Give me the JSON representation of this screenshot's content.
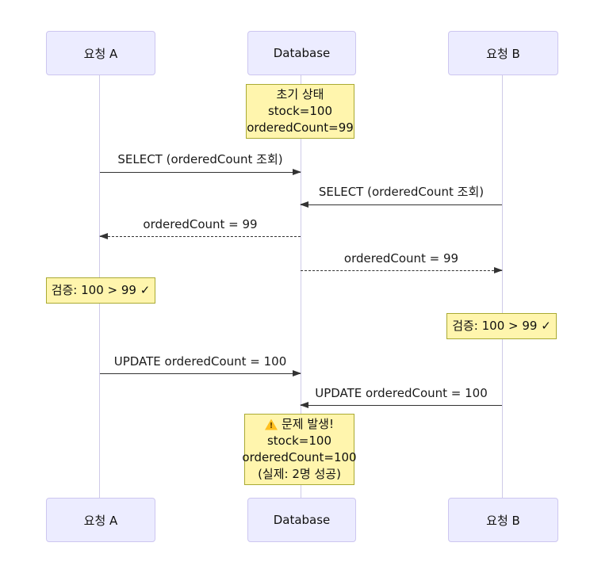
{
  "diagram": {
    "type": "sequence-diagram",
    "actors": [
      {
        "name": "요청 A"
      },
      {
        "name": "Database"
      },
      {
        "name": "요청 B"
      }
    ],
    "notes": {
      "initial": {
        "over": "Database",
        "lines": [
          "초기 상태",
          "stock=100",
          "orderedCount=99"
        ]
      },
      "verify_a": {
        "over": "요청 A",
        "text": "검증: 100 > 99 ✓"
      },
      "verify_b": {
        "over": "요청 B",
        "text": "검증: 100 > 99 ✓"
      },
      "problem": {
        "over": "Database",
        "icon": "warning",
        "title": "문제 발생!",
        "lines": [
          "stock=100",
          "orderedCount=100",
          "(실제: 2명 성공)"
        ]
      }
    },
    "messages": [
      {
        "label": "SELECT (orderedCount 조회)",
        "from": "요청 A",
        "to": "Database",
        "style": "solid"
      },
      {
        "label": "SELECT (orderedCount 조회)",
        "from": "요청 B",
        "to": "Database",
        "style": "solid"
      },
      {
        "label": "orderedCount = 99",
        "from": "Database",
        "to": "요청 A",
        "style": "dashed"
      },
      {
        "label": "orderedCount = 99",
        "from": "Database",
        "to": "요청 B",
        "style": "dashed"
      },
      {
        "label": "UPDATE orderedCount = 100",
        "from": "요청 A",
        "to": "Database",
        "style": "solid"
      },
      {
        "label": "UPDATE orderedCount = 100",
        "from": "요청 B",
        "to": "Database",
        "style": "solid"
      }
    ],
    "colors": {
      "actor_fill": "#ECECFF",
      "actor_border": "#CDC6F0",
      "note_fill": "#FFF5AD",
      "note_border": "#AAAA33",
      "message_line": "#333333",
      "lifeline": "#CFCBE8",
      "background": "#FFFFFF"
    }
  }
}
